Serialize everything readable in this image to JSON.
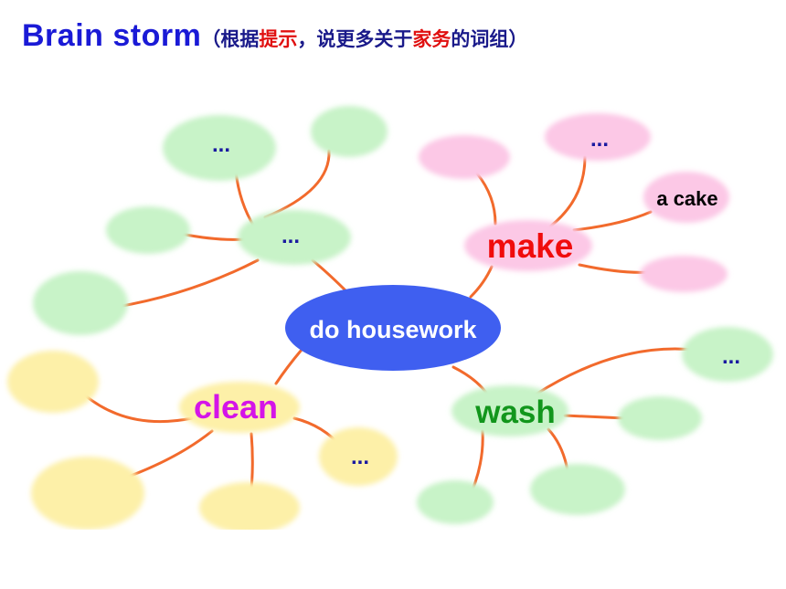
{
  "title": {
    "main": "Brain storm",
    "paren_open": "（",
    "hint_1": "根据",
    "hint_2": "提示",
    "hint_3": "，说更多关于",
    "hint_4": "家务",
    "hint_5": "的词组",
    "paren_close": "）"
  },
  "diagram": {
    "center": "do housework",
    "branches": {
      "make": "make",
      "clean": "clean",
      "wash": "wash",
      "green_hub": "..."
    },
    "leaves": {
      "make_top": "...",
      "make_right": "a cake",
      "wash_right": "...",
      "clean_right": "...",
      "green_top": "..."
    },
    "colors": {
      "center_fill": "#3f5ff0",
      "connector": "#f26a2c",
      "green_bubble": "#c8f3c8",
      "pink_bubble": "#fcc8e6",
      "yellow_bubble": "#fdf0a8",
      "make_text": "#f00c0c",
      "clean_text": "#d414e8",
      "wash_text": "#12961c",
      "placeholder_text": "#1a1aa0"
    }
  }
}
